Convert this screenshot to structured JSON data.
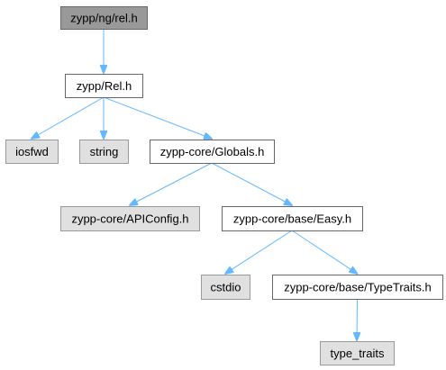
{
  "diagram": {
    "colors": {
      "root_fill": "#999999",
      "internal_fill": "#ffffff",
      "external_fill": "#e0e0e0",
      "root_border": "#666666",
      "internal_border": "#666666",
      "external_border": "#999999",
      "edge": "#63b8ff"
    },
    "nodes": [
      {
        "id": "rel_h_ng",
        "label": "zypp/ng/rel.h",
        "kind": "root"
      },
      {
        "id": "rel_h",
        "label": "zypp/Rel.h",
        "kind": "internal"
      },
      {
        "id": "iosfwd",
        "label": "iosfwd",
        "kind": "external"
      },
      {
        "id": "string",
        "label": "string",
        "kind": "external"
      },
      {
        "id": "globals_h",
        "label": "zypp-core/Globals.h",
        "kind": "internal"
      },
      {
        "id": "apiconfig_h",
        "label": "zypp-core/APIConfig.h",
        "kind": "external"
      },
      {
        "id": "easy_h",
        "label": "zypp-core/base/Easy.h",
        "kind": "internal"
      },
      {
        "id": "cstdio",
        "label": "cstdio",
        "kind": "external"
      },
      {
        "id": "typetraits_h",
        "label": "zypp-core/base/TypeTraits.h",
        "kind": "internal"
      },
      {
        "id": "type_traits",
        "label": "type_traits",
        "kind": "external"
      }
    ],
    "edges": [
      {
        "from": "rel_h_ng",
        "to": "rel_h"
      },
      {
        "from": "rel_h",
        "to": "iosfwd"
      },
      {
        "from": "rel_h",
        "to": "string"
      },
      {
        "from": "rel_h",
        "to": "globals_h"
      },
      {
        "from": "globals_h",
        "to": "apiconfig_h"
      },
      {
        "from": "globals_h",
        "to": "easy_h"
      },
      {
        "from": "easy_h",
        "to": "cstdio"
      },
      {
        "from": "easy_h",
        "to": "typetraits_h"
      },
      {
        "from": "typetraits_h",
        "to": "type_traits"
      }
    ]
  }
}
